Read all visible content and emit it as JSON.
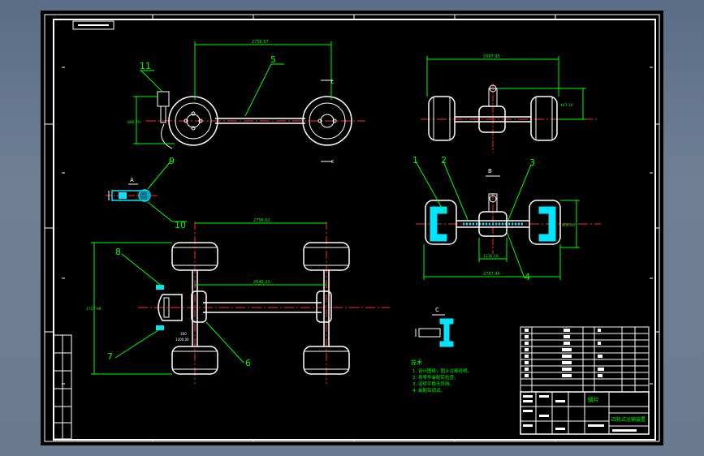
{
  "balloons": [
    "1",
    "2",
    "3",
    "4",
    "5",
    "6",
    "7",
    "8",
    "9",
    "10",
    "11"
  ],
  "dimensions": {
    "top_span": "2756.97",
    "side_height": "886.70",
    "tr_width": "2067.95",
    "tr_height": "467.16",
    "plan_span": "2756.62",
    "plan_inner": "2649.20",
    "plan_height": "2727.98",
    "mr_height": "400.00",
    "mr_inner": "1236.00",
    "mr_width": "2767.46",
    "small_dim": "160",
    "small_dim2": "1200.00"
  },
  "section_labels": {
    "a": "A",
    "b": "B",
    "c": "C"
  },
  "notes": {
    "heading": "技术",
    "lines": [
      "1. 设计图纸，图上注释说明。",
      "2. 各零件装配后检查。",
      "3. 运转平稳无异响。",
      "4. 装配后调试。"
    ]
  },
  "title_block": {
    "title": "鳞片",
    "name": "四轮式运输装置"
  },
  "colors": {
    "outline": "#ffffff",
    "dimension": "#00ff00",
    "centerline": "#ff2a2a",
    "section": "#00e5ff"
  }
}
